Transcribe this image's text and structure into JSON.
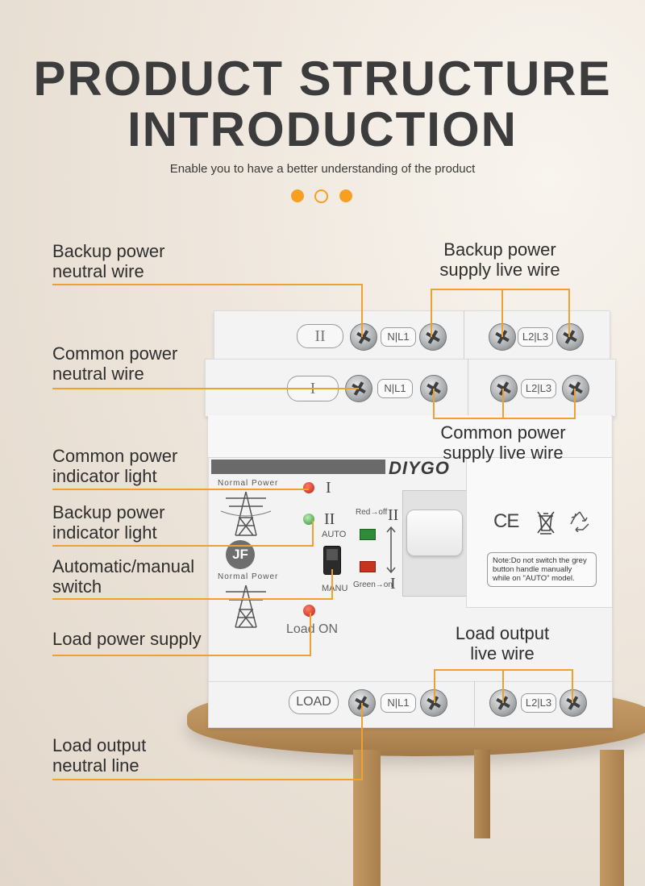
{
  "header": {
    "title_line1": "PRODUCT STRUCTURE",
    "title_line2": "INTRODUCTION",
    "subtitle": "Enable you to have a better understanding of the product"
  },
  "labels": {
    "backup_neutral_1": "Backup power",
    "backup_neutral_2": "neutral wire",
    "backup_live_1": "Backup power",
    "backup_live_2": "supply live wire",
    "common_neutral_1": "Common power",
    "common_neutral_2": "neutral wire",
    "common_live_1": "Common power",
    "common_live_2": "supply live wire",
    "common_indicator_1": "Common power",
    "common_indicator_2": "indicator light",
    "backup_indicator_1": "Backup power",
    "backup_indicator_2": "indicator light",
    "auto_manual_1": "Automatic/manual",
    "auto_manual_2": "switch",
    "load_supply": "Load power supply",
    "load_output_live_1": "Load output",
    "load_output_live_2": "live wire",
    "load_output_neutral_1": "Load output",
    "load_output_neutral_2": "neutral line"
  },
  "device": {
    "roman_backup": "II",
    "roman_common": "I",
    "terminal_nl1": "N|L1",
    "terminal_l2l3": "L2|L3",
    "load_tag": "LOAD",
    "brand": "DIYGO",
    "normal_power_top": "Normal Power",
    "normal_power_bottom": "Normal Power",
    "auto": "AUTO",
    "manu": "MANU",
    "red_off": "Red→off",
    "green_on": "Green→on",
    "load_on": "Load ON",
    "led_roman_1": "I",
    "led_roman_2": "II",
    "handle_roman_top": "II",
    "handle_roman_bottom": "I",
    "ce_mark": "CE",
    "note": "Note:Do not switch the grey button handle manually while on \"AUTO\" model.",
    "jf": "JF"
  },
  "colors": {
    "accent": "#f5a023",
    "title": "#3c3c3c"
  }
}
